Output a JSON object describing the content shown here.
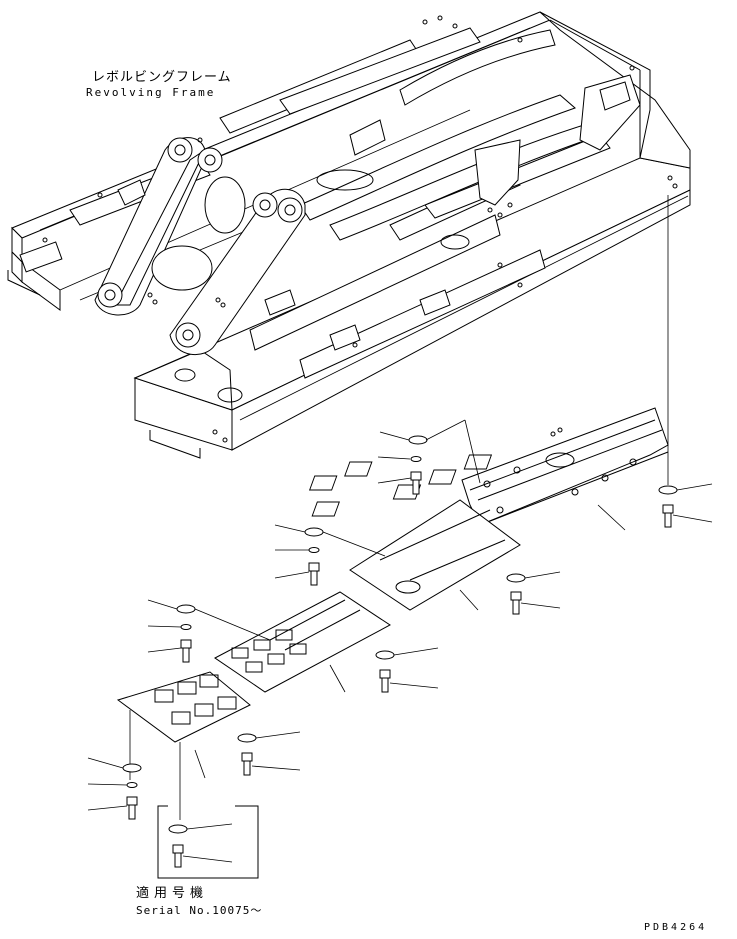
{
  "diagram": {
    "title_jp": "レボルビングフレーム",
    "title_en": "Revolving Frame",
    "serial_label_jp": "適用号機",
    "serial_label_en": "Serial No.10075〜",
    "drawing_number": "PDB4264"
  }
}
